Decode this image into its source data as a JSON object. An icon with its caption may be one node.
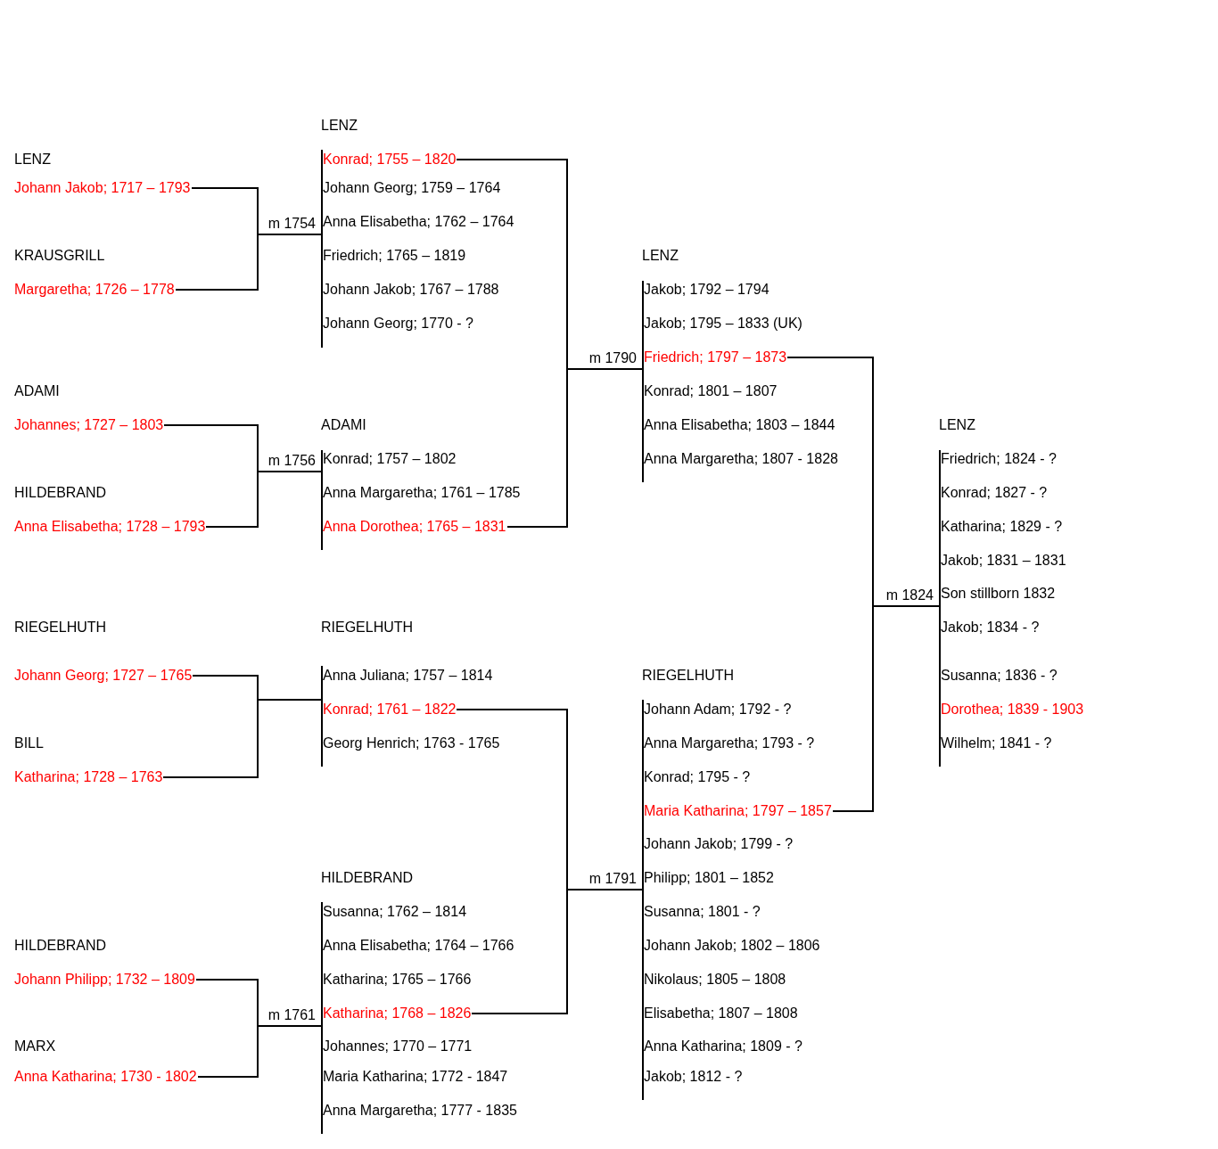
{
  "diagram": {
    "nodes": [
      {
        "text": [
          "LENZ",
          "Johann Jakob; 1717 – 1793"
        ]
      },
      {
        "text": [
          "KRAUSGRILL",
          "Margaretha; 1726 – 1778"
        ]
      },
      {
        "text": [
          "ADAMI",
          "Johannes; 1727 – 1803"
        ]
      },
      {
        "text": [
          "HILDEBRAND",
          "Anna Elisabetha; 1728 – 1793"
        ]
      },
      {
        "text": [
          "RIEGELHUTH",
          "Johann Georg; 1727 – 1765"
        ]
      },
      {
        "text": [
          "BILL",
          "Katharina; 1728 – 1763"
        ]
      },
      {
        "text": [
          "HILDEBRAND",
          "Johann Philipp; 1732 – 1809"
        ]
      },
      {
        "text": [
          "MARX",
          "Anna Katharina; 1730 - 1802"
        ]
      },
      {
        "text": [
          "LENZ"
        ]
      },
      {
        "text": [
          "Konrad; 1755 – 1820"
        ],
        "in": 8
      },
      {
        "text": [
          "Johann Georg; 1759 – 1764"
        ],
        "in": 8
      },
      {
        "text": [
          "Anna Elisabetha; 1762 – 1764"
        ],
        "in": 8
      },
      {
        "text": [
          "Friedrich; 1765 – 1819"
        ],
        "in": 8
      },
      {
        "text": [
          "Johann Jakob; 1767 – 1788"
        ],
        "in": 8
      },
      {
        "text": [
          "Johann Georg; 1770 - ?"
        ],
        "in": 8
      },
      {
        "text": [
          "ADAMI"
        ]
      },
      {
        "text": [
          "Konrad; 1757 – 1802"
        ],
        "in": 15
      },
      {
        "text": [
          "Anna Margaretha; 1761 – 1785"
        ],
        "in": 15
      },
      {
        "text": [
          "Anna Dorothea; 1765 – 1831"
        ],
        "in": 15
      },
      {
        "text": [
          "RIEGELHUTH"
        ]
      },
      {
        "text": [
          "Anna Juliana; 1757 – 1814"
        ],
        "in": 19
      },
      {
        "text": [
          "Konrad; 1761 – 1822"
        ],
        "in": 19
      },
      {
        "text": [
          "Georg Henrich; 1763 - 1765"
        ],
        "in": 19
      },
      {
        "text": [
          "HILDEBRAND"
        ]
      },
      {
        "text": [
          "Susanna; 1762 – 1814"
        ],
        "in": 23
      },
      {
        "text": [
          "Anna Elisabetha; 1764 – 1766"
        ],
        "in": 23
      },
      {
        "text": [
          "Katharina; 1765 – 1766"
        ],
        "in": 23
      },
      {
        "text": [
          "Katharina; 1768 – 1826"
        ],
        "in": 23
      },
      {
        "text": [
          "Johannes; 1770 – 1771"
        ],
        "in": 23
      },
      {
        "text": [
          "Maria Katharina; 1772 - 1847"
        ],
        "in": 23
      },
      {
        "text": [
          "Anna Margaretha; 1777 - 1835"
        ],
        "in": 23
      },
      {
        "text": [
          "LENZ"
        ]
      },
      {
        "text": [
          "Jakob; 1792 – 1794"
        ],
        "in": 31
      },
      {
        "text": [
          "Jakob; 1795 – 1833 (UK)"
        ],
        "in": 31
      },
      {
        "text": [
          "Friedrich; 1797 – 1873"
        ],
        "in": 31
      },
      {
        "text": [
          "Konrad; 1801 – 1807"
        ],
        "in": 31
      },
      {
        "text": [
          "Anna Elisabetha; 1803 – 1844"
        ],
        "in": 31
      },
      {
        "text": [
          "Anna Margaretha; 1807 - 1828"
        ],
        "in": 31
      },
      {
        "text": [
          "RIEGELHUTH"
        ]
      },
      {
        "text": [
          "Johann Adam; 1792 - ?"
        ],
        "in": 38
      },
      {
        "text": [
          "Anna Margaretha; 1793 - ?"
        ],
        "in": 38
      },
      {
        "text": [
          "Konrad; 1795 - ?"
        ],
        "in": 38
      },
      {
        "text": [
          "Maria Katharina; 1797 – 1857"
        ],
        "in": 38
      },
      {
        "text": [
          "Johann Jakob; 1799 - ?"
        ],
        "in": 38
      },
      {
        "text": [
          "Philipp; 1801 – 1852"
        ],
        "in": 38
      },
      {
        "text": [
          "Susanna; 1801 - ?"
        ],
        "in": 38
      },
      {
        "text": [
          "Johann Jakob; 1802 – 1806"
        ],
        "in": 38
      },
      {
        "text": [
          "Nikolaus; 1805 – 1808"
        ],
        "in": 38
      },
      {
        "text": [
          "Elisabetha; 1807 – 1808"
        ],
        "in": 38
      },
      {
        "text": [
          "Anna Katharina; 1809 - ?"
        ],
        "in": 38
      },
      {
        "text": [
          "Jakob; 1812 - ?"
        ],
        "in": 38
      },
      {
        "text": [
          "LENZ"
        ]
      },
      {
        "text": [
          "Friedrich; 1824 - ?"
        ],
        "in": 51
      },
      {
        "text": [
          "Konrad; 1827 - ?"
        ],
        "in": 51
      },
      {
        "text": [
          "Katharina; 1829 - ?"
        ],
        "in": 51
      },
      {
        "text": [
          "Jakob; 1831 – 1831"
        ],
        "in": 51
      },
      {
        "text": [
          "Son stillborn 1832"
        ],
        "in": 51
      },
      {
        "text": [
          "Jakob; 1834 - ?"
        ],
        "in": 51
      },
      {
        "text": [
          "Susanna; 1836 - ?"
        ],
        "in": 51
      },
      {
        "text": [
          "Dorothea; 1839 - 1903"
        ],
        "in": 51
      },
      {
        "text": [
          "Wilhelm; 1841 - ?"
        ],
        "in": 51
      }
    ],
    "edges": [
      {
        "from": 0,
        "to": 8,
        "arrow": "none",
        "label": "m 1754"
      },
      {
        "from": 1,
        "to": 8,
        "arrow": "none"
      },
      {
        "from": 2,
        "to": 15,
        "arrow": "none",
        "label": "m 1756"
      },
      {
        "from": 3,
        "to": 15,
        "arrow": "none"
      },
      {
        "from": 4,
        "to": 19,
        "arrow": "none"
      },
      {
        "from": 5,
        "to": 19,
        "arrow": "none"
      },
      {
        "from": 6,
        "to": 23,
        "arrow": "none",
        "label": "m 1761"
      },
      {
        "from": 7,
        "to": 23,
        "arrow": "none"
      },
      {
        "from": 9,
        "to": 31,
        "arrow": "none",
        "label": "m 1790"
      },
      {
        "from": 18,
        "to": 31,
        "arrow": "none"
      },
      {
        "from": 21,
        "to": 38,
        "arrow": "none",
        "label": "m 1791"
      },
      {
        "from": 27,
        "to": 38,
        "arrow": "none"
      },
      {
        "from": 34,
        "to": 51,
        "arrow": "none",
        "label": "m 1824"
      },
      {
        "from": 42,
        "to": 51,
        "arrow": "none"
      }
    ]
  }
}
